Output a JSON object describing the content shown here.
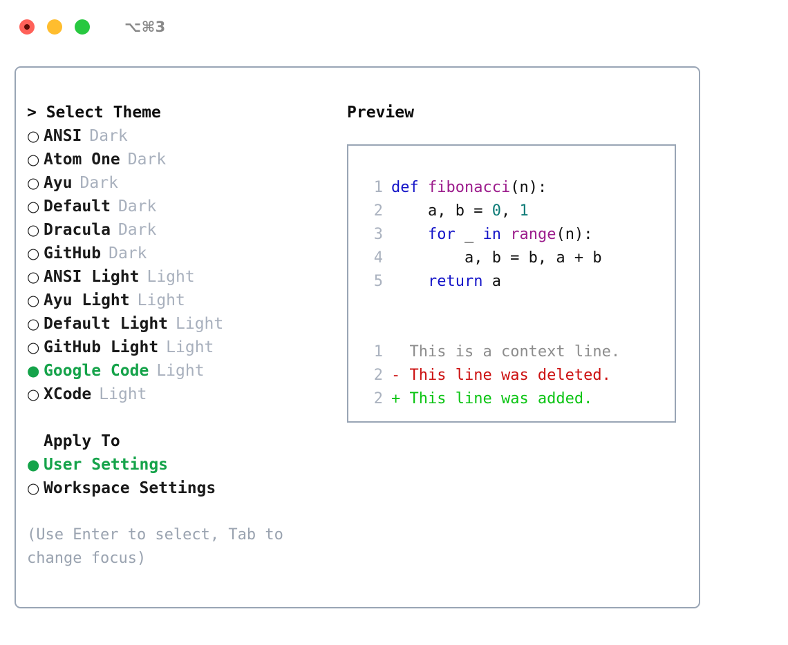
{
  "window": {
    "title": "⌥⌘3",
    "traffic_lights": [
      "close",
      "minimize",
      "maximize"
    ]
  },
  "theme_selector": {
    "heading": "> Select Theme",
    "items": [
      {
        "bullet": "○",
        "name": "ANSI",
        "category": "Dark",
        "selected": false
      },
      {
        "bullet": "○",
        "name": "Atom One",
        "category": "Dark",
        "selected": false
      },
      {
        "bullet": "○",
        "name": "Ayu",
        "category": "Dark",
        "selected": false
      },
      {
        "bullet": "○",
        "name": "Default",
        "category": "Dark",
        "selected": false
      },
      {
        "bullet": "○",
        "name": "Dracula",
        "category": "Dark",
        "selected": false
      },
      {
        "bullet": "○",
        "name": "GitHub",
        "category": "Dark",
        "selected": false
      },
      {
        "bullet": "○",
        "name": "ANSI Light",
        "category": "Light",
        "selected": false
      },
      {
        "bullet": "○",
        "name": "Ayu Light",
        "category": "Light",
        "selected": false
      },
      {
        "bullet": "○",
        "name": "Default Light",
        "category": "Light",
        "selected": false
      },
      {
        "bullet": "○",
        "name": "GitHub Light",
        "category": "Light",
        "selected": false
      },
      {
        "bullet": "●",
        "name": "Google Code",
        "category": "Light",
        "selected": true
      },
      {
        "bullet": "○",
        "name": "XCode",
        "category": "Light",
        "selected": false
      }
    ]
  },
  "apply_to": {
    "heading": "Apply To",
    "items": [
      {
        "bullet": "●",
        "name": "User Settings",
        "selected": true
      },
      {
        "bullet": "○",
        "name": "Workspace Settings",
        "selected": false
      }
    ]
  },
  "hint": "(Use Enter to select, Tab to change focus)",
  "preview": {
    "title": "Preview",
    "code_lines": [
      {
        "num": "1",
        "tokens": [
          {
            "t": "def ",
            "c": "kw"
          },
          {
            "t": "fibonacci",
            "c": "fn"
          },
          {
            "t": "(n):",
            "c": "plain"
          }
        ]
      },
      {
        "num": "2",
        "tokens": [
          {
            "t": "    a, b = ",
            "c": "plain"
          },
          {
            "t": "0",
            "c": "num"
          },
          {
            "t": ", ",
            "c": "plain"
          },
          {
            "t": "1",
            "c": "num"
          }
        ]
      },
      {
        "num": "3",
        "tokens": [
          {
            "t": "    ",
            "c": "plain"
          },
          {
            "t": "for",
            "c": "kw"
          },
          {
            "t": " _ ",
            "c": "plain"
          },
          {
            "t": "in",
            "c": "kw"
          },
          {
            "t": " ",
            "c": "plain"
          },
          {
            "t": "range",
            "c": "fn"
          },
          {
            "t": "(n):",
            "c": "plain"
          }
        ]
      },
      {
        "num": "4",
        "tokens": [
          {
            "t": "        a, b = b, a + b",
            "c": "plain"
          }
        ]
      },
      {
        "num": "5",
        "tokens": [
          {
            "t": "    ",
            "c": "plain"
          },
          {
            "t": "return",
            "c": "kw"
          },
          {
            "t": " a",
            "c": "plain"
          }
        ]
      }
    ],
    "diff_lines": [
      {
        "num": "1",
        "marker": "  ",
        "text": "This is a context line.",
        "kind": "ctx"
      },
      {
        "num": "2",
        "marker": "- ",
        "text": "This line was deleted.",
        "kind": "del"
      },
      {
        "num": "2",
        "marker": "+ ",
        "text": "This line was added.",
        "kind": "add"
      }
    ]
  },
  "colors": {
    "accent_green": "#15a34a",
    "border": "#99a5b5",
    "muted": "#a8b0bd",
    "keyword": "#1414c8",
    "function": "#9c1c8c",
    "number": "#0d7b77",
    "diff_context": "#8d8d8d",
    "diff_deleted": "#cc1111",
    "diff_added": "#0bc413",
    "traffic_red": "#ff6159",
    "traffic_yellow": "#ffbd2e",
    "traffic_green": "#28c840"
  }
}
